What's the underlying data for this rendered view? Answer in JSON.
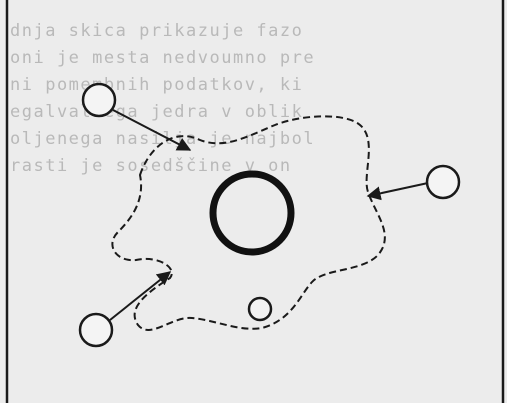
{
  "bleedthrough_lines": [
    "dnja skica prikazuje fazo",
    "oni je mesta nedvoumno pre",
    "ni pomembnih podatkov, ki",
    "egalvalnega jedra v oblik",
    "oljenega nasilja je najbol",
    "rasti je sosedščine v on"
  ]
}
